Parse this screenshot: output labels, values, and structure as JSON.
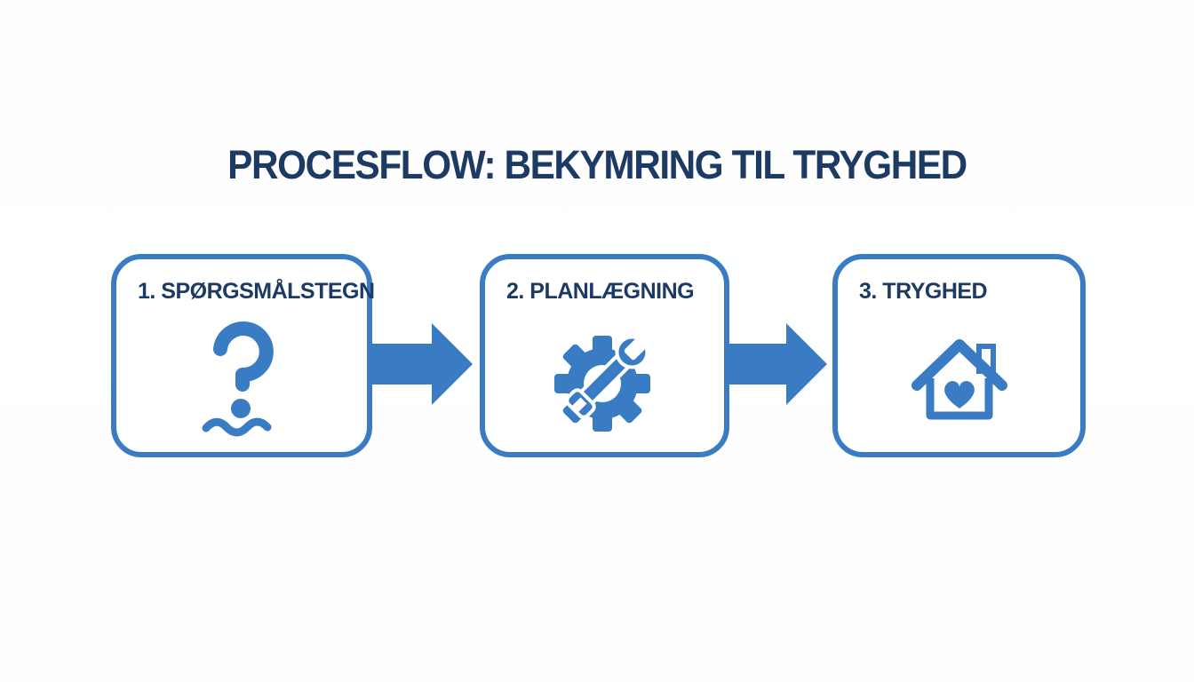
{
  "title": "PROCESFLOW: BEKYMRING TIL TRYGHED",
  "colors": {
    "title_navy": "#1c3a63",
    "accent_blue": "#3a7cc4",
    "box_background": "#ffffff",
    "page_background": "#ffffff"
  },
  "steps": [
    {
      "label": "1. SPØRGSMÅLSTEGN",
      "icon": "question-mark-water-icon"
    },
    {
      "label": "2. PLANLÆGNING",
      "icon": "gear-wrench-icon"
    },
    {
      "label": "3. TRYGHED",
      "icon": "house-heart-icon"
    }
  ],
  "arrows": [
    {
      "name": "flow-arrow-1"
    },
    {
      "name": "flow-arrow-2"
    }
  ]
}
